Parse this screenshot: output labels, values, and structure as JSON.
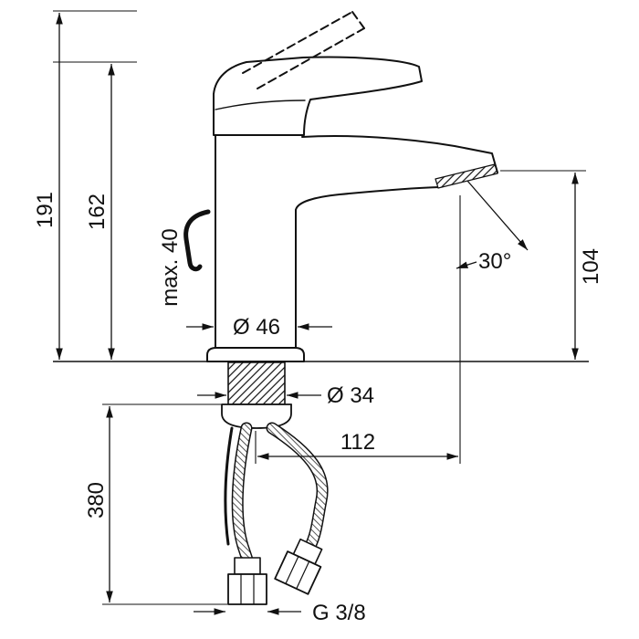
{
  "drawing": {
    "labels": {
      "total_height": "191",
      "handle_height": "162",
      "max_thickness": "max. 40",
      "body_diameter": "Ø 46",
      "shank_diameter": "Ø 34",
      "riser_length": "380",
      "spout_reach": "112",
      "thread_size": "G 3/8",
      "outlet_height": "104",
      "spray_angle": "30°"
    },
    "colors": {
      "line": "#111111",
      "background": "#ffffff"
    }
  }
}
